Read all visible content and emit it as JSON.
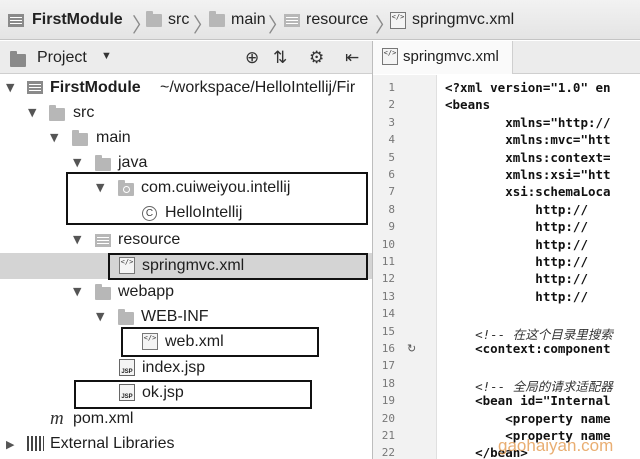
{
  "breadcrumb": {
    "items": [
      "FirstModule",
      "src",
      "main",
      "resource",
      "springmvc.xml"
    ]
  },
  "project_panel": {
    "title": "Project",
    "icons": [
      "target-icon",
      "collapse-icon",
      "gear-icon",
      "hide-panel-icon"
    ]
  },
  "tree": {
    "module": {
      "name": "FirstModule",
      "path": "~/workspace/HelloIntellij/Fir"
    },
    "src": "src",
    "main": "main",
    "java": "java",
    "package": "com.cuiweiyou.intellij",
    "class": "HelloIntellij",
    "resource": "resource",
    "springmvc": "springmvc.xml",
    "webapp": "webapp",
    "webinf": "WEB-INF",
    "webxml": "web.xml",
    "indexjsp": "index.jsp",
    "okjsp": "ok.jsp",
    "pom": "pom.xml",
    "external": "External Libraries"
  },
  "editor": {
    "tab": "springmvc.xml",
    "line_numbers": [
      "1",
      "2",
      "3",
      "4",
      "5",
      "6",
      "7",
      "8",
      "9",
      "10",
      "11",
      "12",
      "13",
      "14",
      "15",
      "16",
      "17",
      "18",
      "19",
      "20",
      "21",
      "22"
    ],
    "lines": [
      "<?xml version=\"1.0\" en",
      "<beans",
      "        xmlns=\"http://",
      "        xmlns:mvc=\"htt",
      "        xmlns:context=",
      "        xmlns:xsi=\"htt",
      "        xsi:schemaLoca",
      "            http://",
      "            http://",
      "            http://",
      "            http://",
      "            http://",
      "            http://",
      "",
      "    <!-- 在这个目录里搜索",
      "    <context:component",
      "",
      "    <!-- 全局的请求适配器",
      "    <bean id=\"Internal",
      "        <property name",
      "        <property name",
      "    </bean>"
    ]
  },
  "watermark": "gaohaiyan.com",
  "colors": {
    "selection": "#d4d4d4",
    "highlight_box": "#111111",
    "watermark": "#e6a15a"
  }
}
